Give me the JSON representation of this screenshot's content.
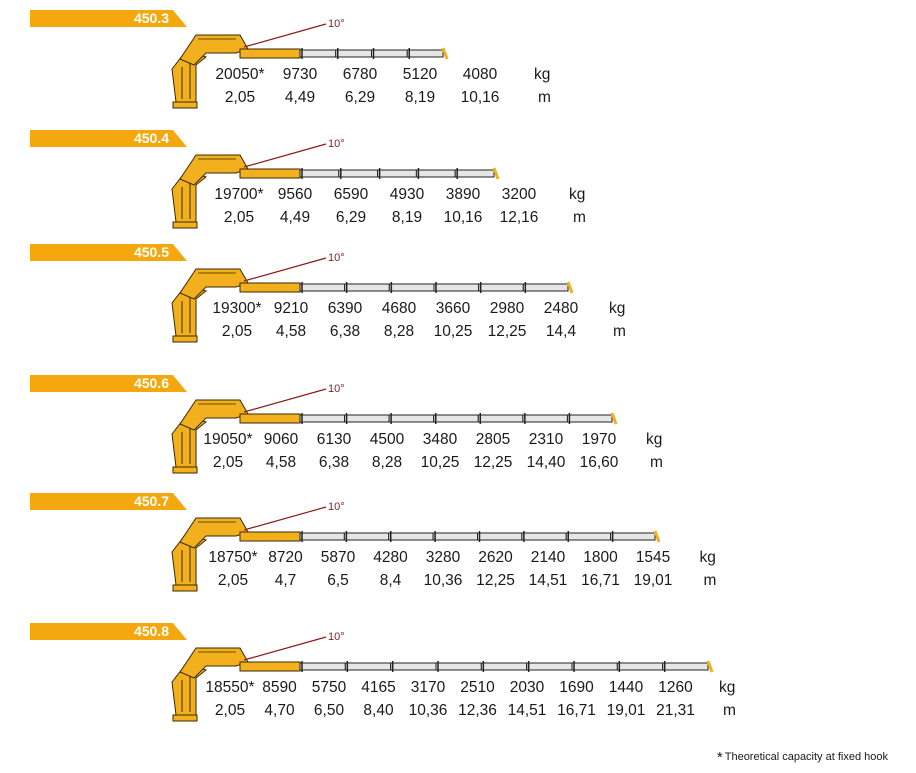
{
  "models": [
    {
      "name": "450.3",
      "angle": "10°",
      "capacities": [
        "20050*",
        "9730",
        "6780",
        "5120",
        "4080"
      ],
      "reaches": [
        "2,05",
        "4,49",
        "6,29",
        "8,19",
        "10,16"
      ],
      "capacity_unit": "kg",
      "reach_unit": "m"
    },
    {
      "name": "450.4",
      "angle": "10°",
      "capacities": [
        "19700*",
        "9560",
        "6590",
        "4930",
        "3890",
        "3200"
      ],
      "reaches": [
        "2,05",
        "4,49",
        "6,29",
        "8,19",
        "10,16",
        "12,16"
      ],
      "capacity_unit": "kg",
      "reach_unit": "m"
    },
    {
      "name": "450.5",
      "angle": "10°",
      "capacities": [
        "19300*",
        "9210",
        "6390",
        "4680",
        "3660",
        "2980",
        "2480"
      ],
      "reaches": [
        "2,05",
        "4,58",
        "6,38",
        "8,28",
        "10,25",
        "12,25",
        "14,4"
      ],
      "capacity_unit": "kg",
      "reach_unit": "m"
    },
    {
      "name": "450.6",
      "angle": "10°",
      "capacities": [
        "19050*",
        "9060",
        "6130",
        "4500",
        "3480",
        "2805",
        "2310",
        "1970"
      ],
      "reaches": [
        "2,05",
        "4,58",
        "6,38",
        "8,28",
        "10,25",
        "12,25",
        "14,40",
        "16,60"
      ],
      "capacity_unit": "kg",
      "reach_unit": "m"
    },
    {
      "name": "450.7",
      "angle": "10°",
      "capacities": [
        "18750*",
        "8720",
        "5870",
        "4280",
        "3280",
        "2620",
        "2140",
        "1800",
        "1545"
      ],
      "reaches": [
        "2,05",
        "4,7",
        "6,5",
        "8,4",
        "10,36",
        "12,25",
        "14,51",
        "16,71",
        "19,01"
      ],
      "capacity_unit": "kg",
      "reach_unit": "m"
    },
    {
      "name": "450.8",
      "angle": "10°",
      "capacities": [
        "18550*",
        "8590",
        "5750",
        "4165",
        "3170",
        "2510",
        "2030",
        "1690",
        "1440",
        "1260"
      ],
      "reaches": [
        "2,05",
        "4,70",
        "6,50",
        "8,40",
        "10,36",
        "12,36",
        "14,51",
        "16,71",
        "19,01",
        "21,31"
      ],
      "capacity_unit": "kg",
      "reach_unit": "m"
    }
  ],
  "footnote": {
    "marker": "*",
    "text": "Theoretical capacity at fixed hook"
  },
  "colors": {
    "tag": "#f4a80e",
    "crane_body": "#f2b01e",
    "crane_outline": "#3a2a00",
    "boom_fill": "#e6e6e6",
    "angle_line": "#8b1a1a"
  }
}
